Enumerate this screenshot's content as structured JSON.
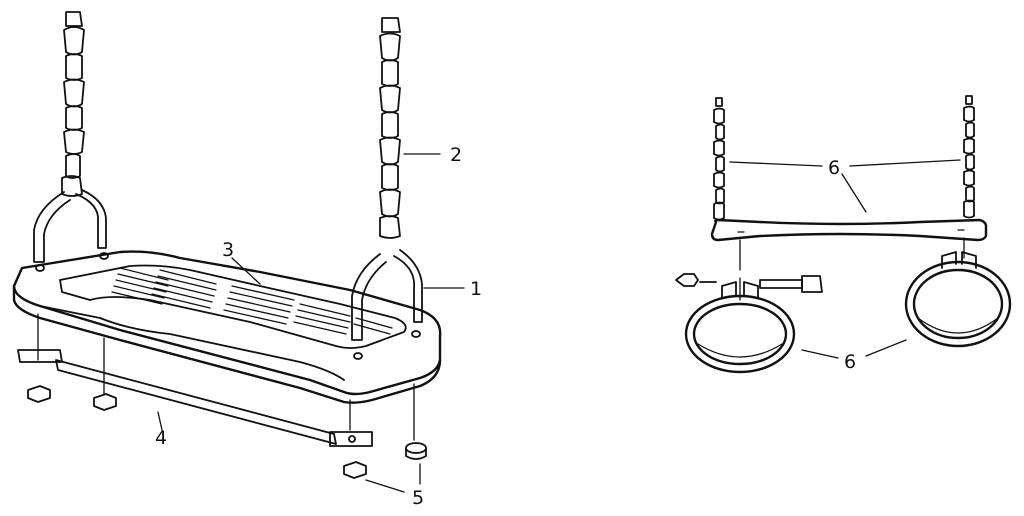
{
  "callouts": {
    "swing_bracket": "1",
    "swing_chain": "2",
    "swing_seat": "3",
    "swing_brace": "4",
    "swing_nuts": "5",
    "trapeze_bar": "6",
    "trapeze_rings": "6"
  },
  "colors": {
    "ink": "#111111",
    "paper": "#ffffff"
  }
}
